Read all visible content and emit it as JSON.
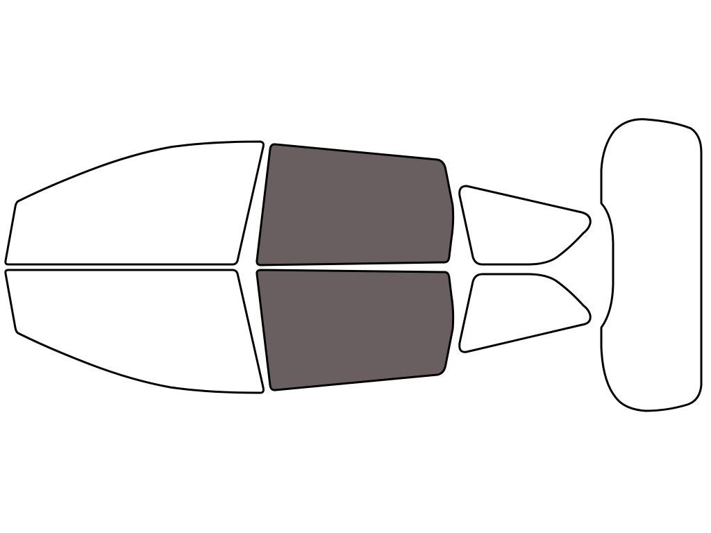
{
  "colors": {
    "background": "#ffffff",
    "outline": "#000000",
    "untinted": "#ffffff",
    "tinted": "#695f60"
  },
  "windows": [
    {
      "id": "front-windshield-upper",
      "tinted": false
    },
    {
      "id": "front-windshield-lower",
      "tinted": false
    },
    {
      "id": "front-side-window-upper",
      "tinted": true
    },
    {
      "id": "front-side-window-lower",
      "tinted": true
    },
    {
      "id": "rear-side-window-upper",
      "tinted": false
    },
    {
      "id": "rear-side-window-lower",
      "tinted": false
    },
    {
      "id": "rear-windshield",
      "tinted": false
    }
  ]
}
